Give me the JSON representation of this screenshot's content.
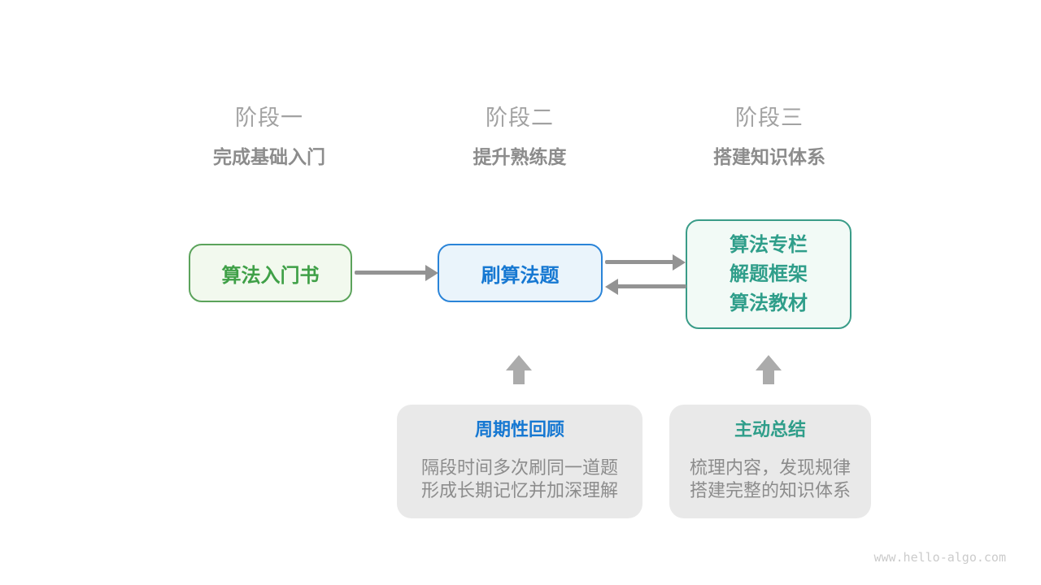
{
  "diagram": {
    "stages": [
      {
        "label": "阶段一",
        "subtitle": "完成基础入门"
      },
      {
        "label": "阶段二",
        "subtitle": "提升熟练度"
      },
      {
        "label": "阶段三",
        "subtitle": "搭建知识体系"
      }
    ],
    "nodes": {
      "intro_book": {
        "label": "算法入门书"
      },
      "practice": {
        "label": "刷算法题"
      },
      "resources": {
        "lines": [
          "算法专栏",
          "解题框架",
          "算法教材"
        ]
      }
    },
    "notes": [
      {
        "title": "周期性回顾",
        "lines": [
          "隔段时间多次刷同一道题",
          "形成长期记忆并加深理解"
        ]
      },
      {
        "title": "主动总结",
        "lines": [
          "梳理内容，发现规律",
          "搭建完整的知识体系"
        ]
      }
    ],
    "watermark": "www.hello-algo.com",
    "colors": {
      "green_border": "#5ba35b",
      "green_text": "#3fa047",
      "green_bg": "#f2f9ee",
      "blue_border": "#2a84d8",
      "blue_text": "#1678d2",
      "blue_bg": "#eaf4fb",
      "teal_border": "#3a9c88",
      "teal_text": "#2f9e8a",
      "teal_bg": "#f2faf6",
      "arrow_gray": "#939393",
      "block_arrow_gray": "#ababab",
      "note_bg": "#e9e9e9",
      "note_body_text": "#8c8c8c",
      "stage_label_gray": "#a2a2a2",
      "stage_subtitle_gray": "#8c8c8c",
      "watermark_gray": "#cbcbcb"
    }
  }
}
